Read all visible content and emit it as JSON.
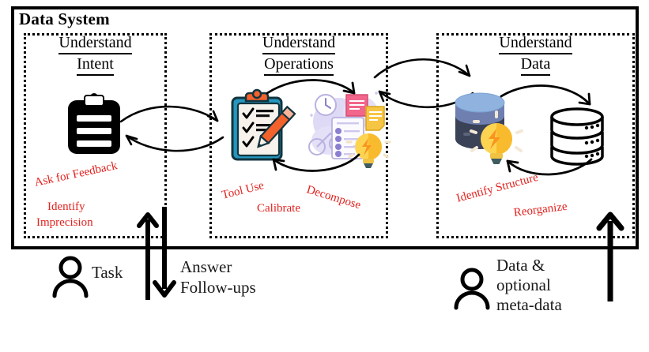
{
  "system": {
    "title": "Data System"
  },
  "panels": [
    {
      "id": "understand-intent",
      "title_line1": "Understand",
      "title_line2": "Intent",
      "icon": "clipboard-icon",
      "annotations": [
        {
          "text": "Ask for Feedback",
          "color": "#e1231f"
        },
        {
          "text": "Identify",
          "color": "#e1231f"
        },
        {
          "text": "Imprecision",
          "color": "#e1231f"
        }
      ]
    },
    {
      "id": "understand-operations",
      "title_line1": "Understand",
      "title_line2": "Operations",
      "icon_left": "checklist-clipboard-pencil-icon",
      "icon_right": "planning-ideas-lightbulb-icon",
      "annotations": [
        {
          "text": "Tool Use",
          "color": "#e1231f"
        },
        {
          "text": "Calibrate",
          "color": "#e1231f"
        },
        {
          "text": "Decompose",
          "color": "#e1231f"
        }
      ]
    },
    {
      "id": "understand-data",
      "title_line1": "Understand",
      "title_line2": "Data",
      "icon_left": "database-lightbulb-icon",
      "icon_right": "database-stack-icon",
      "annotations": [
        {
          "text": "Identify Structure",
          "color": "#e1231f"
        },
        {
          "text": "Reorganize",
          "color": "#e1231f"
        }
      ]
    }
  ],
  "actors": {
    "left": {
      "icon": "person-icon",
      "label": "Task",
      "flow_out_line1": "Answer",
      "flow_out_line2": "Follow-ups"
    },
    "right": {
      "icon": "person-icon",
      "label_line1": "Data &",
      "label_line2": "optional",
      "label_line3": "meta-data"
    }
  },
  "colors": {
    "frame": "#000000",
    "annotation_red": "#e1231f",
    "clipboard_blue": "#0f4c63",
    "clipboard_accent_orange": "#f4622c",
    "page_cream": "#f7f2ec",
    "lightbulb_yellow": "#fdd452",
    "lightbulb_bolt_orange": "#f9941f",
    "db_top_blue": "#8fb3de",
    "db_mid_blue": "#6f7fb0",
    "db_dark_navy": "#3a4258",
    "sticky_pink": "#f2668b",
    "sticky_yellow": "#f7c544",
    "blob_lavender": "#d9d6f2"
  }
}
